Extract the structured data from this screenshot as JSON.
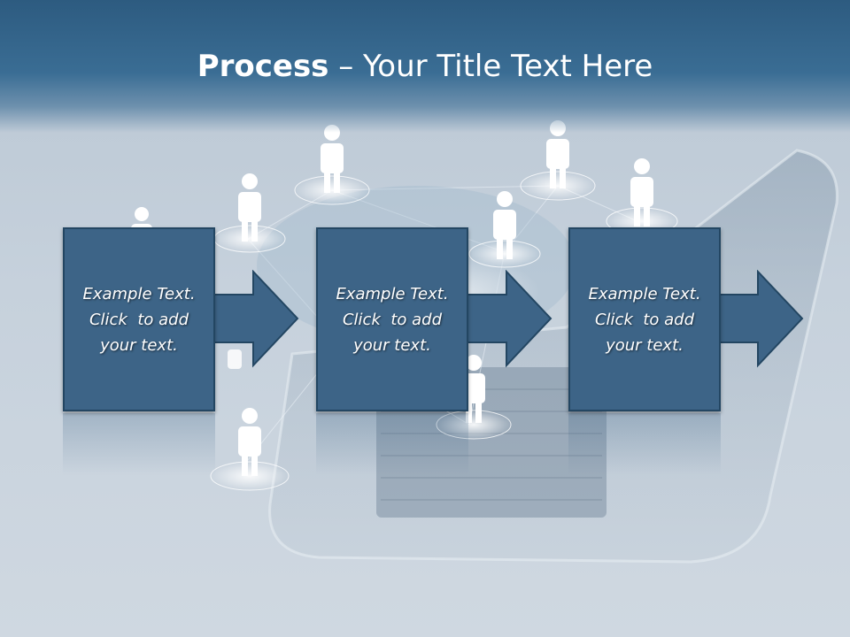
{
  "slide": {
    "title_bold": "Process",
    "title_rest": " – Your Title Text Here"
  },
  "steps": [
    {
      "line1": "Example Text.",
      "line2": "Click  to add",
      "line3": "your text."
    },
    {
      "line1": "Example Text.",
      "line2": "Click  to add",
      "line3": "your text."
    },
    {
      "line1": "Example Text.",
      "line2": "Click  to add",
      "line3": "your text."
    }
  ],
  "colors": {
    "header": "#2d5b80",
    "box_fill": "#3d6487",
    "box_border": "#234662",
    "text": "#ffffff"
  },
  "icons": [
    "person-icon",
    "laptop-icon",
    "arrow-right-icon"
  ]
}
